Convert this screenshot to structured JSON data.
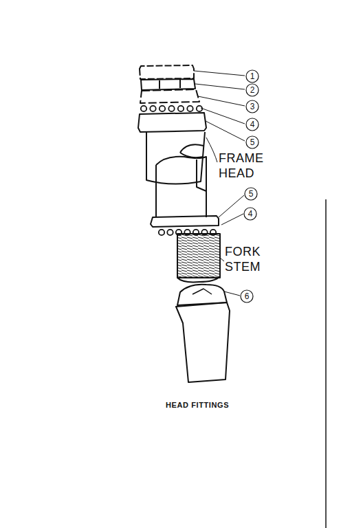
{
  "diagram": {
    "caption": "HEAD FITTINGS",
    "labels": [
      "1",
      "2",
      "3",
      "4",
      "5",
      "FRAME HEAD",
      "5",
      "4",
      "FORK STEM",
      "6"
    ]
  }
}
